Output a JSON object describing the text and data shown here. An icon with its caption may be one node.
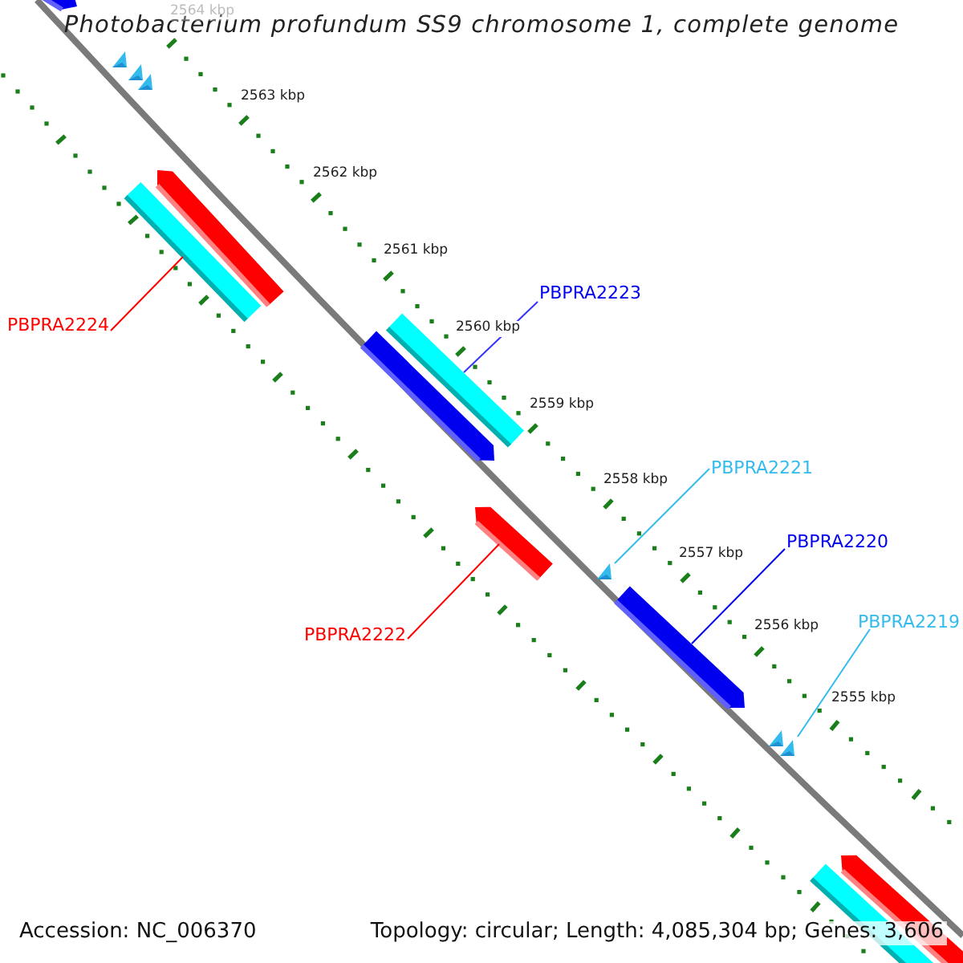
{
  "diagram": {
    "title": "Photobacterium profundum SS9 chromosome 1, complete genome",
    "nodes": [
      {
        "text": [
          "PBPRA2223"
        ]
      },
      {
        "text": [
          "PBPRA2224"
        ]
      },
      {
        "text": [
          "PBPRA2221"
        ]
      },
      {
        "text": [
          "PBPRA2220"
        ]
      },
      {
        "text": [
          "PBPRA2219"
        ]
      },
      {
        "text": [
          "PBPRA2222"
        ]
      },
      {
        "text": [],
        "shape": "bar"
      },
      {
        "text": [],
        "shape": "bar"
      },
      {
        "text": [],
        "shape": "bar"
      },
      {
        "text": [],
        "shape": "triangle"
      },
      {
        "text": [],
        "shape": "bar"
      },
      {
        "text": [],
        "shape": "triangle"
      }
    ],
    "edges": [
      {
        "from": 0,
        "to": 7,
        "arrow": "none",
        "color": "#3333ff"
      },
      {
        "from": 1,
        "to": 6,
        "arrow": "none",
        "color": "#ff0000"
      },
      {
        "from": 2,
        "to": 9,
        "arrow": "none",
        "color": "#33bbee"
      },
      {
        "from": 3,
        "to": 10,
        "arrow": "none",
        "color": "#0000ee"
      },
      {
        "from": 4,
        "to": 11,
        "arrow": "none",
        "color": "#33bbee"
      },
      {
        "from": 5,
        "to": 8,
        "arrow": "none",
        "color": "#ff0000"
      }
    ],
    "labels": [
      "2564 kbp",
      "2563 kbp",
      "2562 kbp",
      "2561 kbp",
      "2560 kbp",
      "2559 kbp",
      "2558 kbp",
      "2557 kbp",
      "2556 kbp",
      "2555 kbp",
      "Accession: NC_006370",
      "Topology: circular; Length: 4,085,304 bp; Genes: 3,606"
    ]
  }
}
